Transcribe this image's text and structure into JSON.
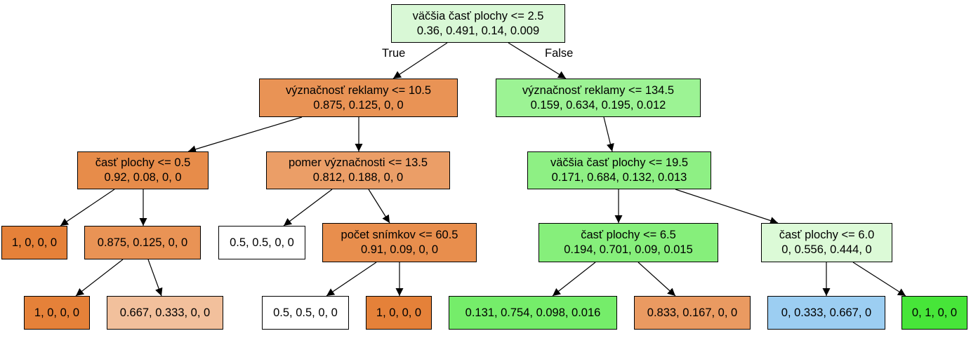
{
  "edge_labels": {
    "true": "True",
    "false": "False"
  },
  "nodes": {
    "n0": {
      "title": "väčšia časť plochy <= 2.5",
      "values": "0.36, 0.491, 0.14, 0.009",
      "fill": "#d9f8d6"
    },
    "n1": {
      "title": "význačnosť reklamy <= 10.5",
      "values": "0.875, 0.125, 0, 0",
      "fill": "#e99355"
    },
    "n2": {
      "title": "význačnosť reklamy <= 134.5",
      "values": "0.159, 0.634, 0.195, 0.012",
      "fill": "#9cf394"
    },
    "n3": {
      "title": "časť plochy <= 0.5",
      "values": "0.92, 0.08, 0, 0",
      "fill": "#e78c4a"
    },
    "n4": {
      "title": "pomer význačnosti <= 13.5",
      "values": "0.812, 0.188, 0, 0",
      "fill": "#eb9e67"
    },
    "n5": {
      "title": "väčšia časť plochy <= 19.5",
      "values": "0.171, 0.684, 0.132, 0.013",
      "fill": "#8ef084"
    },
    "n6": {
      "title": "",
      "values": "1, 0, 0, 0",
      "fill": "#e58139"
    },
    "n7": {
      "title": "",
      "values": "0.875, 0.125, 0, 0",
      "fill": "#e99355"
    },
    "n8": {
      "title": "",
      "values": "0.5, 0.5, 0, 0",
      "fill": "#ffffff"
    },
    "n9": {
      "title": "počet snímkov <= 60.5",
      "values": "0.91, 0.09, 0, 0",
      "fill": "#e88e4d"
    },
    "n10": {
      "title": "časť plochy <= 6.5",
      "values": "0.194, 0.701, 0.09, 0.015",
      "fill": "#86ef7b"
    },
    "n11": {
      "title": "časť plochy <= 6.0",
      "values": "0, 0.556, 0.444, 0",
      "fill": "#dcfad7"
    },
    "n12": {
      "title": "",
      "values": "1, 0, 0, 0",
      "fill": "#e58139"
    },
    "n13": {
      "title": "",
      "values": "0.667, 0.333, 0, 0",
      "fill": "#f2c09c"
    },
    "n14": {
      "title": "",
      "values": "0.5, 0.5, 0, 0",
      "fill": "#ffffff"
    },
    "n15": {
      "title": "",
      "values": "1, 0, 0, 0",
      "fill": "#e58139"
    },
    "n16": {
      "title": "",
      "values": "0.131, 0.754, 0.098, 0.016",
      "fill": "#75ed6a"
    },
    "n17": {
      "title": "",
      "values": "0.833, 0.167, 0, 0",
      "fill": "#ea9a61"
    },
    "n18": {
      "title": "",
      "values": "0, 0.333, 0.667, 0",
      "fill": "#9ccef2"
    },
    "n19": {
      "title": "",
      "values": "0, 1, 0, 0",
      "fill": "#47e539"
    }
  }
}
